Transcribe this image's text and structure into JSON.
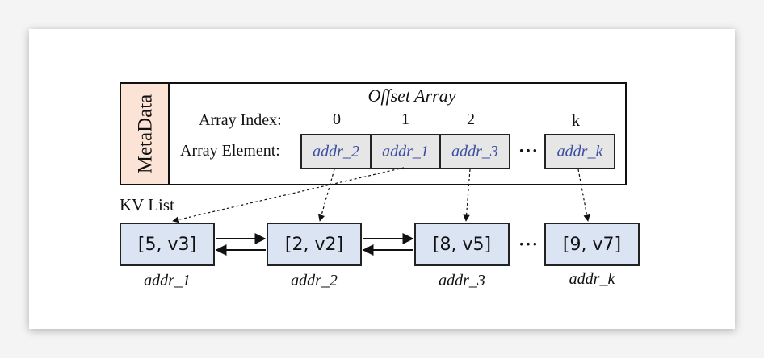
{
  "metadata": {
    "side_label": "MetaData",
    "title": "Offset Array",
    "index_row_label": "Array Index:",
    "element_row_label": "Array Element:",
    "indices": [
      "0",
      "1",
      "2",
      "k"
    ],
    "elements": [
      "addr_2",
      "addr_1",
      "addr_3",
      "addr_k"
    ],
    "ellipsis": "···"
  },
  "kv_list": {
    "label": "KV List",
    "nodes": [
      {
        "value": "[5, v3]",
        "addr": "addr_1"
      },
      {
        "value": "[2, v2]",
        "addr": "addr_2"
      },
      {
        "value": "[8, v5]",
        "addr": "addr_3"
      },
      {
        "value": "[9, v7]",
        "addr": "addr_k"
      }
    ],
    "ellipsis": "···"
  },
  "colors": {
    "metadata_fill": "#fbe4d5",
    "array_cell_fill": "#e6e6e6",
    "array_text": "#3a4fa0",
    "node_fill": "#dae4f3"
  }
}
